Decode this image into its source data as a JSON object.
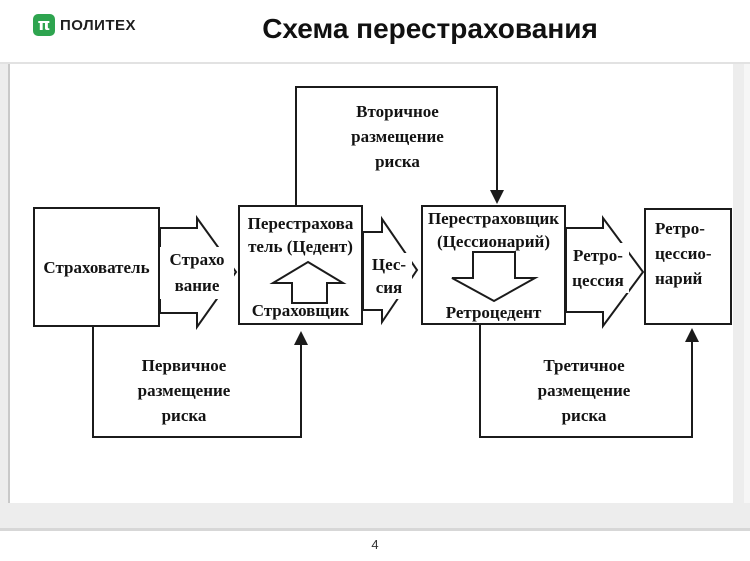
{
  "page": {
    "title": "Схема перестрахования",
    "page_number": "4"
  },
  "logo": {
    "symbol": "π",
    "text": "ПОЛИТЕХ",
    "brand_green": "#2ea44f"
  },
  "diagram": {
    "line_color": "#1b1b1b",
    "boxes": {
      "insured": "Страхователь",
      "cedent_top": "Перестрахова\nтель (Цедент)",
      "cedent_bottom": "Страховщик",
      "cessionary_top": "Перестраховщик\n(Цессионарий)",
      "cessionary_bottom": "Ретроцедент",
      "retrocessionary": "Ретро-\nцессио-\nнарий"
    },
    "flow_arrows": {
      "insurance": "Страхо\nвание",
      "cession": "Цес-\nсия",
      "retrocession": "Ретро-\nцессия"
    },
    "placements": {
      "secondary": "Вторичное\nразмещение\nриска",
      "primary": "Первичное\nразмещение\nриска",
      "tertiary": "Третичное\nразмещение\nриска"
    }
  }
}
